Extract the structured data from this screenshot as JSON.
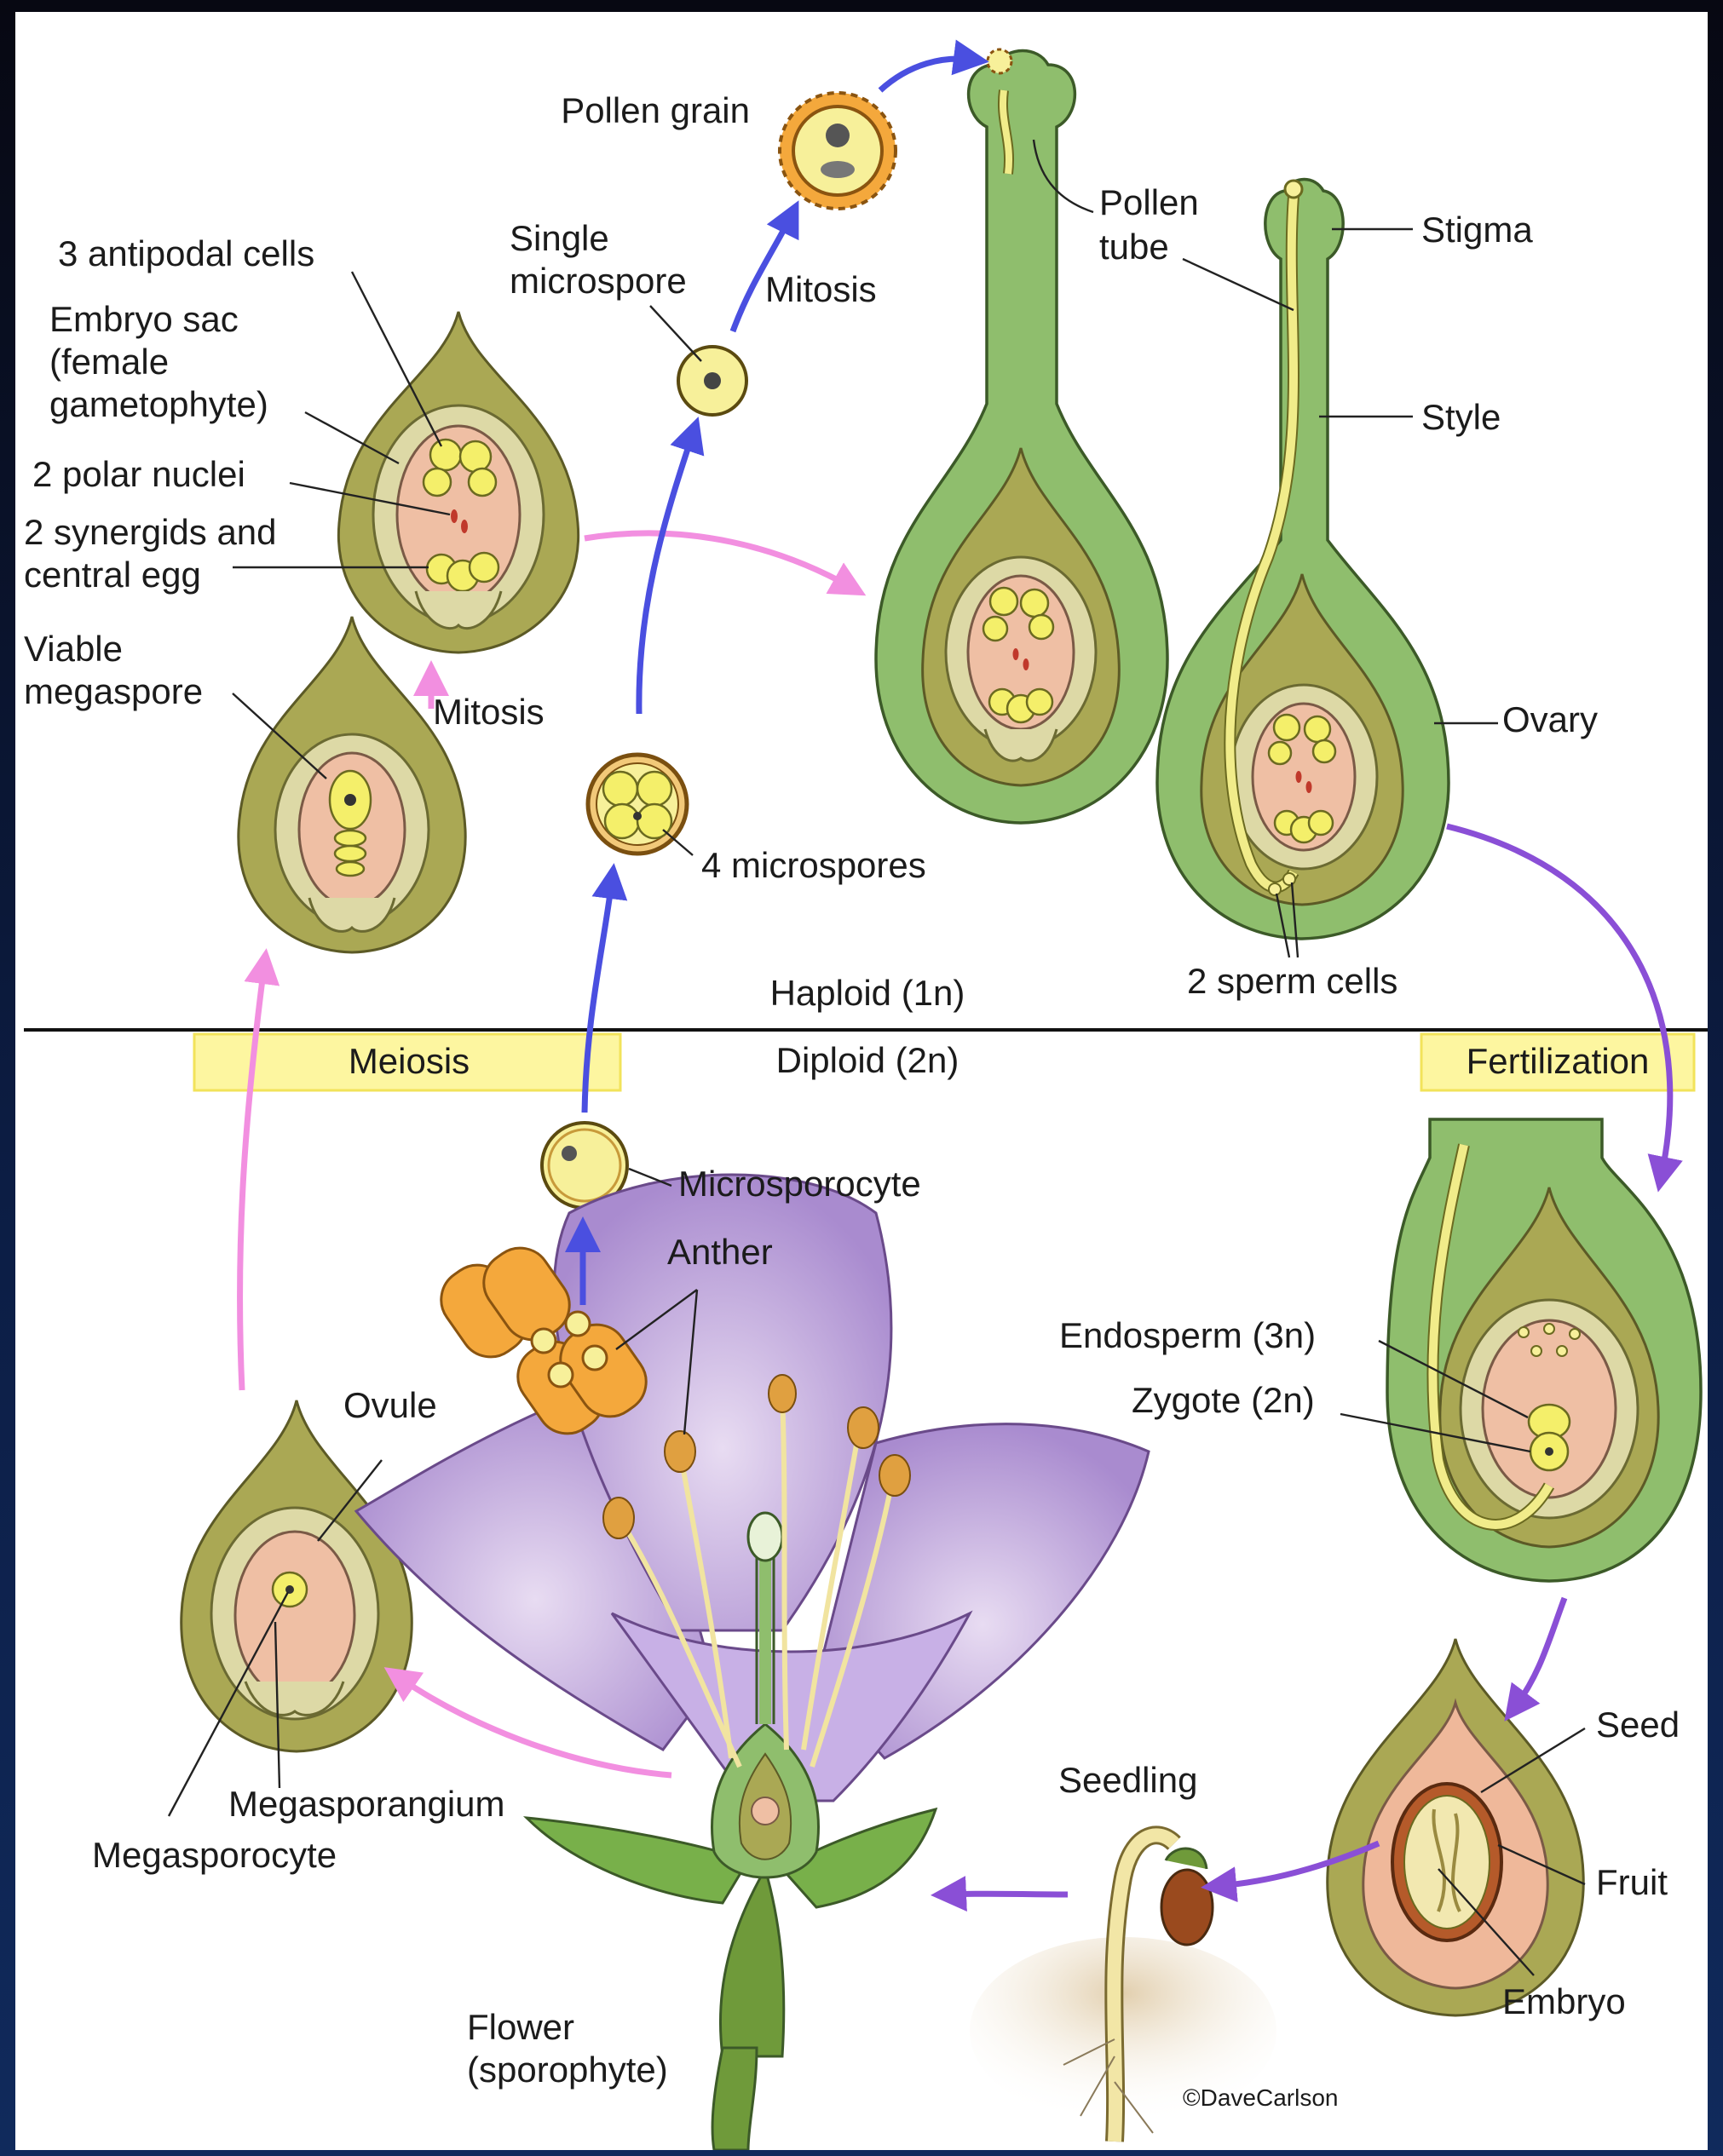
{
  "labels": {
    "pollen_grain": "Pollen grain",
    "single_microspore": [
      "Single",
      "microspore"
    ],
    "mitosis_top": "Mitosis",
    "pollen_tube": [
      "Pollen",
      "tube"
    ],
    "stigma": "Stigma",
    "style": "Style",
    "antipodal": "3 antipodal cells",
    "embryo_sac": [
      "Embryo sac",
      "(female",
      "gametophyte)"
    ],
    "polar_nuclei": "2 polar nuclei",
    "synergids": [
      "2 synergids and",
      "central egg"
    ],
    "viable_megaspore": [
      "Viable",
      "megaspore"
    ],
    "mitosis_left": "Mitosis",
    "four_microspores": "4 microspores",
    "ovary": "Ovary",
    "sperm_cells": "2 sperm cells",
    "haploid": "Haploid (1n)",
    "diploid": "Diploid (2n)",
    "meiosis": "Meiosis",
    "fertilization": "Fertilization",
    "microsporocyte": "Microsporocyte",
    "anther": "Anther",
    "endosperm": "Endosperm (3n)",
    "zygote": "Zygote (2n)",
    "ovule": "Ovule",
    "seed": "Seed",
    "seedling": "Seedling",
    "fruit": "Fruit",
    "megasporangium": "Megasporangium",
    "megasporocyte": "Megasporocyte",
    "embryo": "Embryo",
    "flower": [
      "Flower",
      "(sporophyte)"
    ],
    "credit": "©DaveCarlson"
  },
  "colors": {
    "background": "#0b1a3c",
    "panel": "#ffffff",
    "meiosis_arrow": "#f28fe0",
    "microspore_arrow": "#4a4fe0",
    "fertilization_arrow": "#8a4fd6",
    "highlight_box": "#fdf6a0",
    "ovule_outer": "#aaa854",
    "ovary_wall": "#8fbe6d",
    "nucellus": "#efbfa4",
    "petal": "#b79bd6"
  }
}
